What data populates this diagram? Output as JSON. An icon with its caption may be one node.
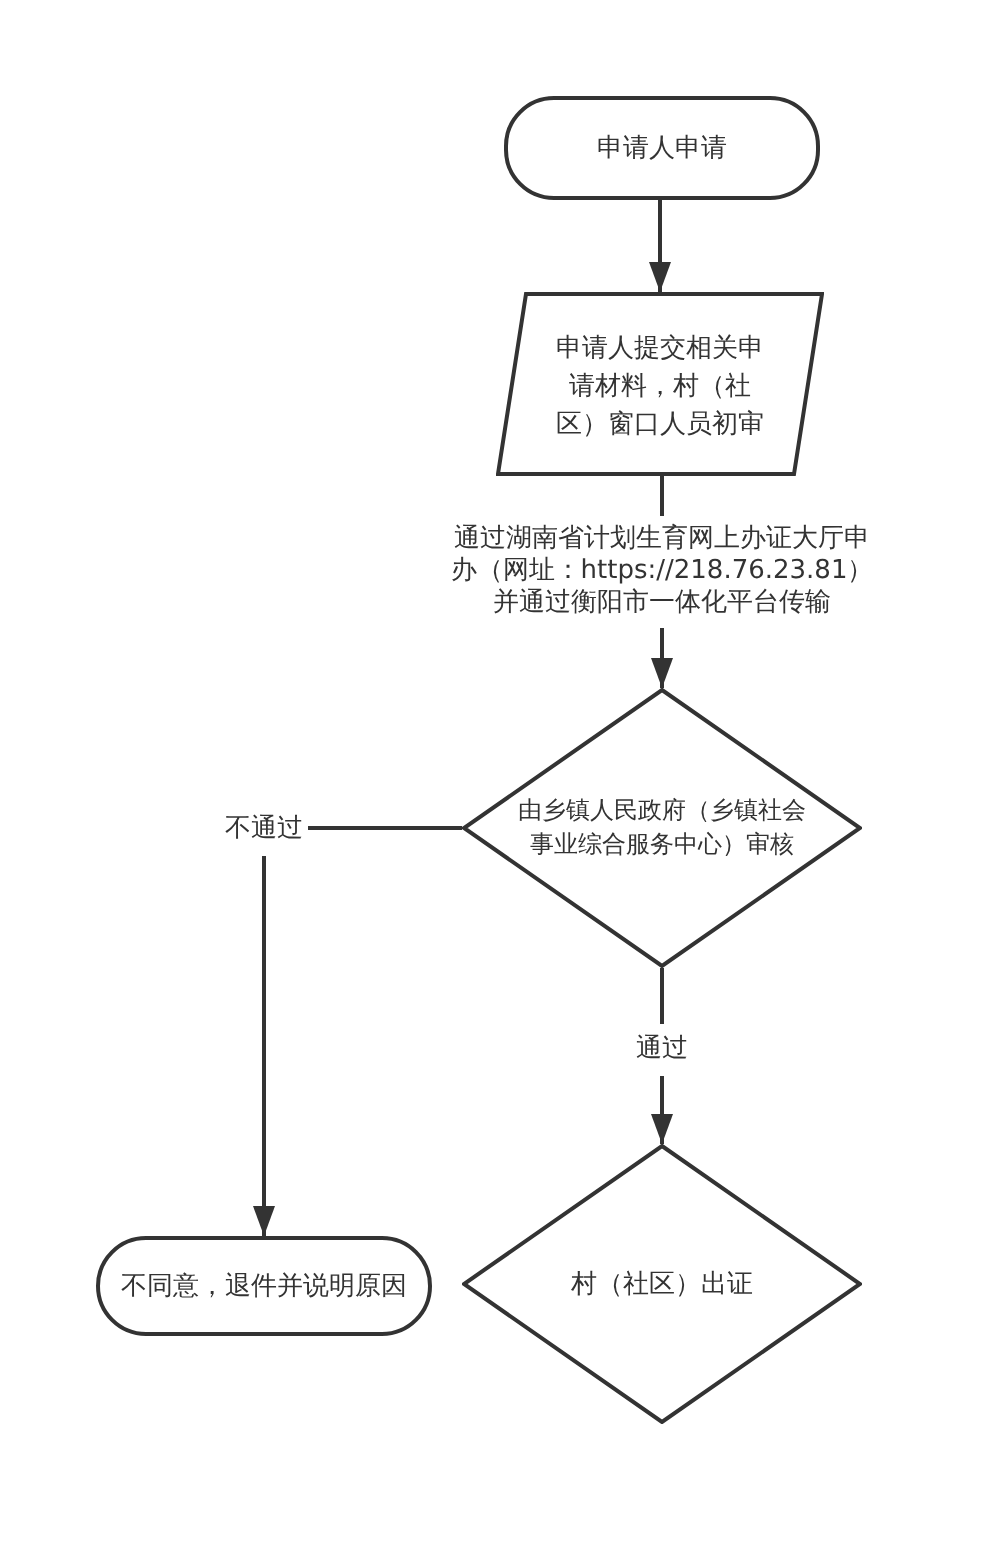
{
  "diagram": {
    "nodes": [
      {
        "text": [
          "申请人申请"
        ]
      },
      {
        "text": [
          "申请人提交相关申请材料，村（社区）窗口人员初审"
        ]
      },
      {
        "text": [
          "由乡镇人民政府（乡镇社会事业综合服务中心）审核"
        ]
      },
      {
        "text": [
          "不同意，退件并说明原因"
        ]
      },
      {
        "text": [
          "村（社区）出证"
        ]
      }
    ],
    "edges": [
      {
        "from": 0,
        "to": 1,
        "arrow": "to"
      },
      {
        "from": 1,
        "to": 2,
        "arrow": "to",
        "label": "通过湖南省计划生育网上办证大厅申办（网址：https://218.76.23.81）并通过衡阳市一体化平台传输"
      },
      {
        "from": 2,
        "to": 3,
        "arrow": "to",
        "label": "不通过"
      },
      {
        "from": 2,
        "to": 4,
        "arrow": "to",
        "label": "通过"
      }
    ]
  }
}
